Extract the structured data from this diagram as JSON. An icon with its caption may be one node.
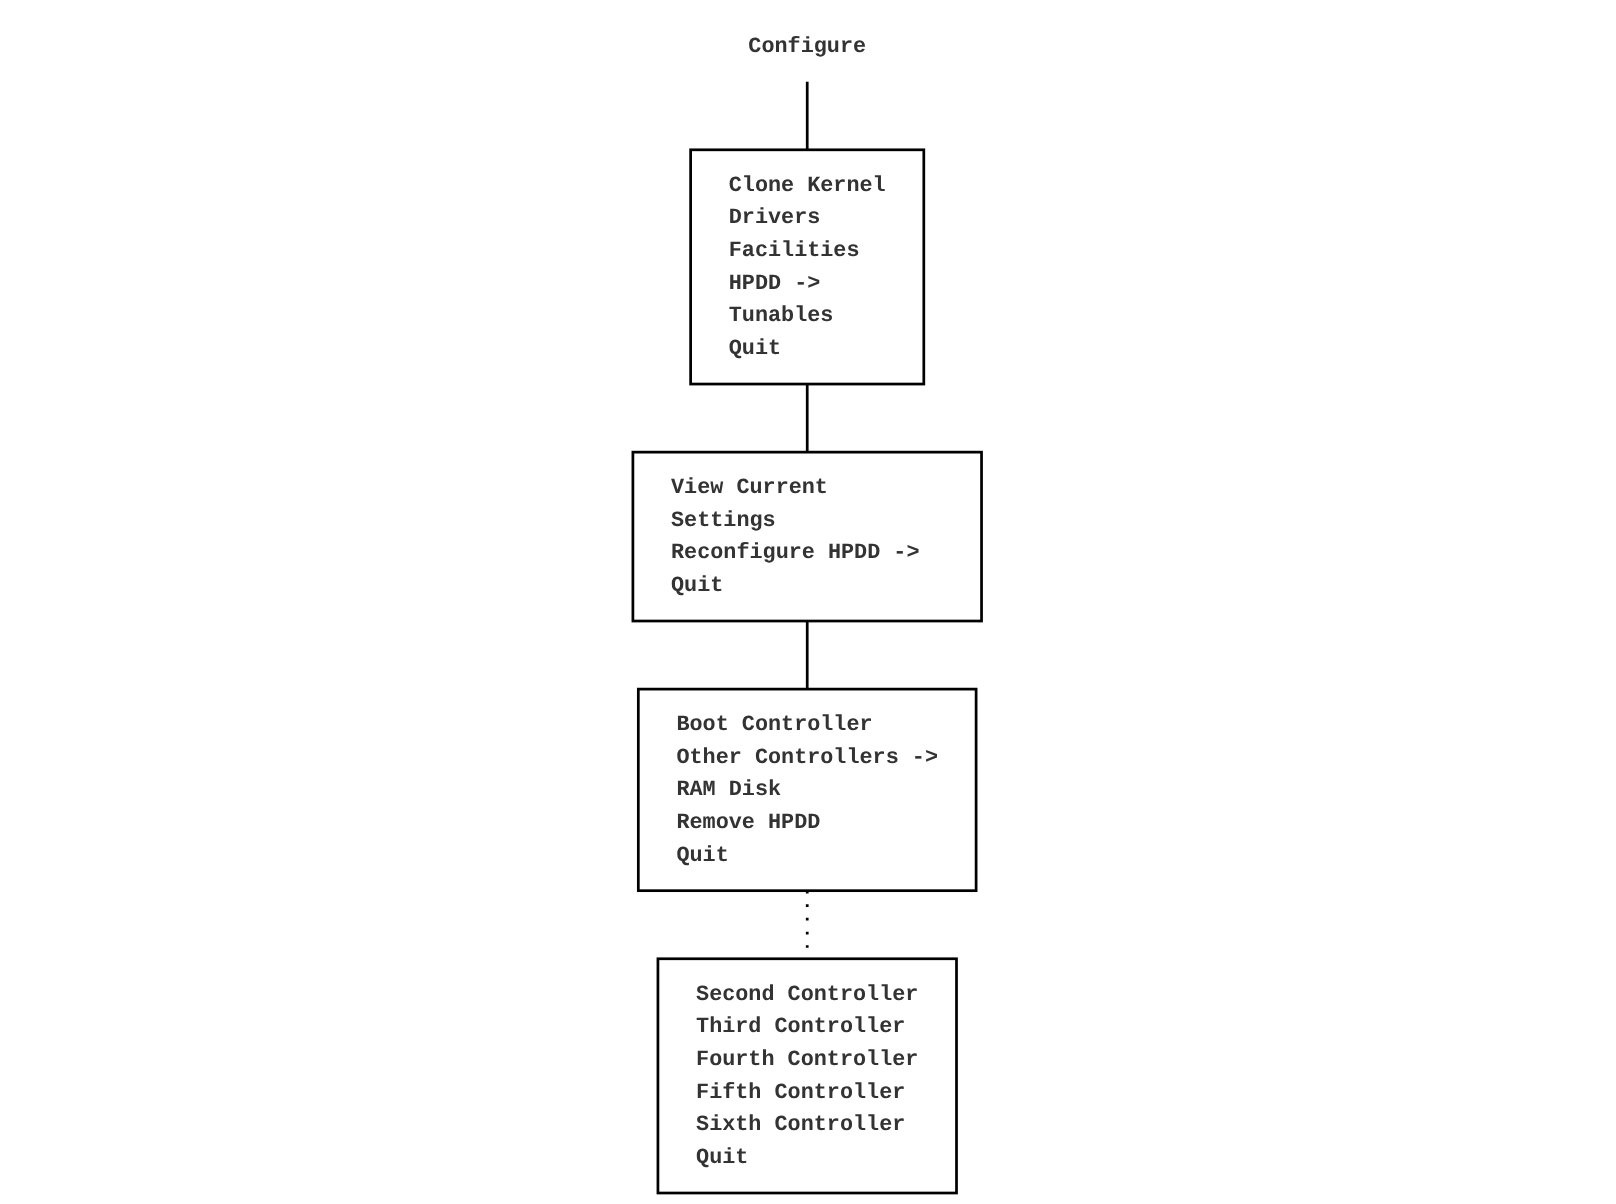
{
  "diagram": {
    "nodes": [
      {
        "text": [
          "Configure"
        ]
      },
      {
        "text": [
          "Clone Kernel",
          "Drivers",
          "Facilities",
          "HPDD ->",
          "Tunables",
          "Quit"
        ]
      },
      {
        "text": [
          "View Current Settings",
          "Reconfigure HPDD ->",
          "Quit"
        ]
      },
      {
        "text": [
          "Boot Controller",
          "Other Controllers ->",
          "RAM Disk",
          "Remove HPDD",
          "Quit"
        ]
      },
      {
        "text": [
          "Second Controller",
          "Third Controller",
          "Fourth Controller",
          "Fifth Controller",
          "Sixth Controller",
          "Quit"
        ]
      }
    ],
    "edges": [
      {
        "from": 0,
        "to": 1,
        "arrow": "none"
      },
      {
        "from": 1,
        "to": 2,
        "arrow": "none"
      },
      {
        "from": 2,
        "to": 3,
        "arrow": "none"
      },
      {
        "from": 3,
        "to": 4,
        "arrow": "none",
        "style": "dashed"
      }
    ]
  }
}
